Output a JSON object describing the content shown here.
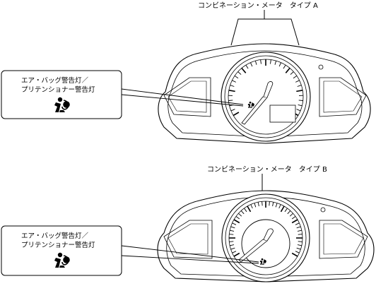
{
  "diagram_a": {
    "title": "コンビネーション・メータ　タイプ A",
    "callout_line1": "エア・バッグ警告灯／",
    "callout_line2": "プリテンショナー警告灯",
    "icon": "airbag-warning-icon"
  },
  "diagram_b": {
    "title": "コンビネーション・メータ　タイプ B",
    "callout_line1": "エア・バッグ警告灯／",
    "callout_line2": "プリテンショナー警告灯",
    "icon": "airbag-warning-icon"
  }
}
